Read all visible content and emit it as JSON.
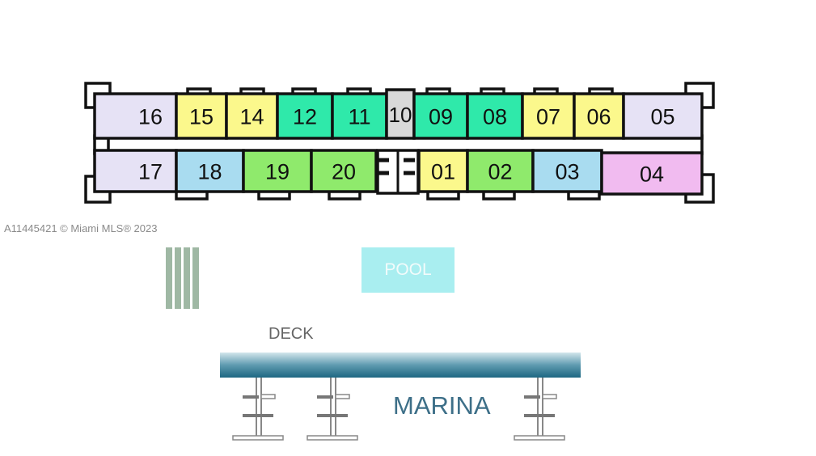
{
  "watermark": "A11445421 © Miami MLS® 2023",
  "colors": {
    "lavender": "#e6e2f5",
    "yellow": "#fbf88c",
    "mint": "#2fe9aa",
    "gray": "#d9d9d9",
    "blue": "#a9dcf0",
    "green": "#8fea6c",
    "pink": "#f1bbf0"
  },
  "units_top": [
    {
      "label": "16",
      "color": "lavender"
    },
    {
      "label": "15",
      "color": "yellow"
    },
    {
      "label": "14",
      "color": "yellow"
    },
    {
      "label": "12",
      "color": "mint"
    },
    {
      "label": "11",
      "color": "mint"
    },
    {
      "label": "10",
      "color": "gray"
    },
    {
      "label": "09",
      "color": "mint"
    },
    {
      "label": "08",
      "color": "mint"
    },
    {
      "label": "07",
      "color": "yellow"
    },
    {
      "label": "06",
      "color": "yellow"
    },
    {
      "label": "05",
      "color": "lavender"
    }
  ],
  "units_bottom": [
    {
      "label": "17",
      "color": "lavender"
    },
    {
      "label": "18",
      "color": "blue"
    },
    {
      "label": "19",
      "color": "green"
    },
    {
      "label": "20",
      "color": "green"
    },
    {
      "label": "01",
      "color": "yellow"
    },
    {
      "label": "02",
      "color": "green"
    },
    {
      "label": "03",
      "color": "blue"
    },
    {
      "label": "04",
      "color": "pink"
    }
  ],
  "amenities": {
    "pool": "POOL",
    "deck": "DECK",
    "marina": "MARINA"
  }
}
